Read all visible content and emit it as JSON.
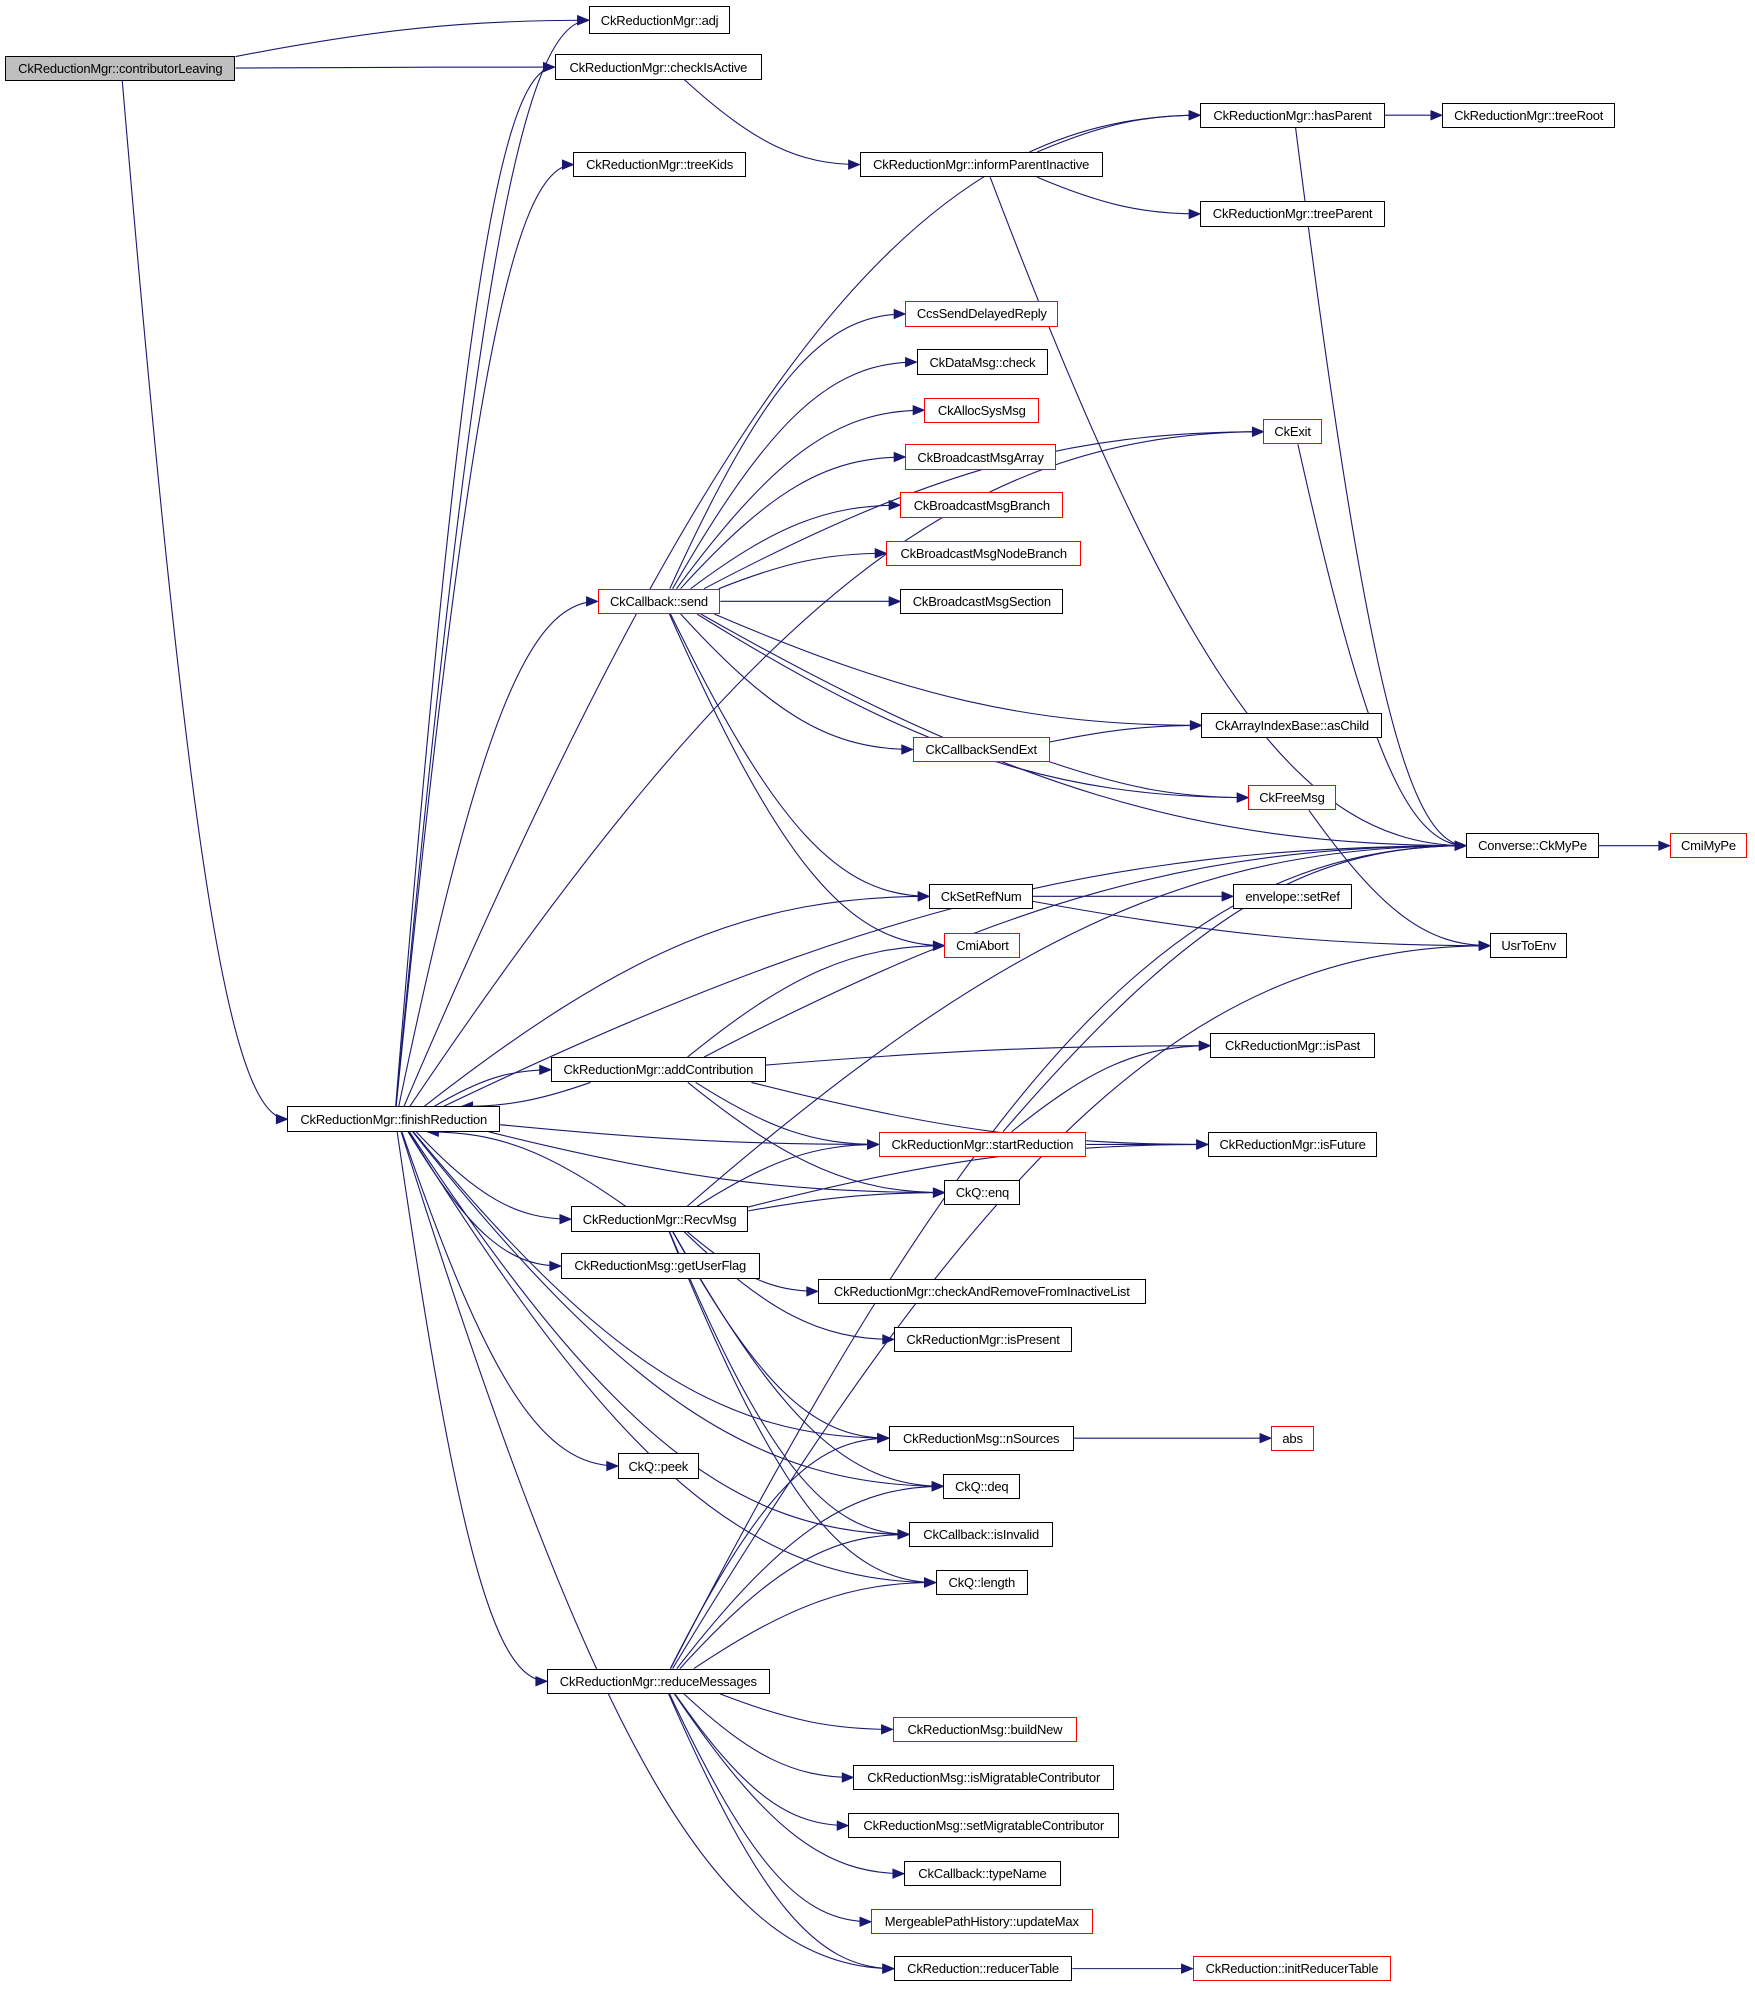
{
  "title": "Call graph for CkReductionMgr::contributorLeaving",
  "colors": {
    "edge": "#191970",
    "node_border": "#000000",
    "external_border": "#ff0000",
    "root_fill": "#bfbfbf"
  },
  "nodes": [
    {
      "id": "contributorLeaving",
      "label": "CkReductionMgr::contributorLeaving",
      "kind": "root"
    },
    {
      "id": "adj",
      "label": "CkReductionMgr::adj",
      "kind": "normal"
    },
    {
      "id": "checkIsActive",
      "label": "CkReductionMgr::checkIsActive",
      "kind": "normal"
    },
    {
      "id": "treeKids",
      "label": "CkReductionMgr::treeKids",
      "kind": "normal"
    },
    {
      "id": "informParentInactive",
      "label": "CkReductionMgr::informParentInactive",
      "kind": "normal"
    },
    {
      "id": "hasParent",
      "label": "CkReductionMgr::hasParent",
      "kind": "normal"
    },
    {
      "id": "treeRoot",
      "label": "CkReductionMgr::treeRoot",
      "kind": "normal"
    },
    {
      "id": "treeParent",
      "label": "CkReductionMgr::treeParent",
      "kind": "normal"
    },
    {
      "id": "CcsSendDelayedReply",
      "label": "CcsSendDelayedReply",
      "kind": "external"
    },
    {
      "id": "CkDataMsgCheck",
      "label": "CkDataMsg::check",
      "kind": "normal"
    },
    {
      "id": "CkAllocSysMsg",
      "label": "CkAllocSysMsg",
      "kind": "external"
    },
    {
      "id": "CkBroadcastMsgArray",
      "label": "CkBroadcastMsgArray",
      "kind": "external"
    },
    {
      "id": "CkBroadcastMsgBranch",
      "label": "CkBroadcastMsgBranch",
      "kind": "external"
    },
    {
      "id": "CkBroadcastMsgNodeBranch",
      "label": "CkBroadcastMsgNodeBranch",
      "kind": "external"
    },
    {
      "id": "CkCallbackSend",
      "label": "CkCallback::send",
      "kind": "external"
    },
    {
      "id": "CkBroadcastMsgSection",
      "label": "CkBroadcastMsgSection",
      "kind": "normal"
    },
    {
      "id": "CkExit",
      "label": "CkExit",
      "kind": "external"
    },
    {
      "id": "asChild",
      "label": "CkArrayIndexBase::asChild",
      "kind": "normal"
    },
    {
      "id": "CkCallbackSendExt",
      "label": "CkCallbackSendExt",
      "kind": "external"
    },
    {
      "id": "CkFreeMsg",
      "label": "CkFreeMsg",
      "kind": "external"
    },
    {
      "id": "CkMyPe",
      "label": "Converse::CkMyPe",
      "kind": "normal"
    },
    {
      "id": "CmiMyPe",
      "label": "CmiMyPe",
      "kind": "external"
    },
    {
      "id": "CkSetRefNum",
      "label": "CkSetRefNum",
      "kind": "normal"
    },
    {
      "id": "setRef",
      "label": "envelope::setRef",
      "kind": "normal"
    },
    {
      "id": "UsrToEnv",
      "label": "UsrToEnv",
      "kind": "normal"
    },
    {
      "id": "CmiAbort",
      "label": "CmiAbort",
      "kind": "external"
    },
    {
      "id": "addContribution",
      "label": "CkReductionMgr::addContribution",
      "kind": "normal"
    },
    {
      "id": "isPast",
      "label": "CkReductionMgr::isPast",
      "kind": "normal"
    },
    {
      "id": "finishReduction",
      "label": "CkReductionMgr::finishReduction",
      "kind": "normal"
    },
    {
      "id": "startReduction",
      "label": "CkReductionMgr::startReduction",
      "kind": "external"
    },
    {
      "id": "isFuture",
      "label": "CkReductionMgr::isFuture",
      "kind": "normal"
    },
    {
      "id": "enq",
      "label": "CkQ::enq",
      "kind": "normal"
    },
    {
      "id": "RecvMsg",
      "label": "CkReductionMgr::RecvMsg",
      "kind": "normal"
    },
    {
      "id": "getUserFlag",
      "label": "CkReductionMsg::getUserFlag",
      "kind": "normal"
    },
    {
      "id": "checkAndRemove",
      "label": "CkReductionMgr::checkAndRemoveFromInactiveList",
      "kind": "normal"
    },
    {
      "id": "isPresent",
      "label": "CkReductionMgr::isPresent",
      "kind": "normal"
    },
    {
      "id": "nSources",
      "label": "CkReductionMsg::nSources",
      "kind": "normal"
    },
    {
      "id": "abs",
      "label": "abs",
      "kind": "external"
    },
    {
      "id": "peek",
      "label": "CkQ::peek",
      "kind": "normal"
    },
    {
      "id": "deq",
      "label": "CkQ::deq",
      "kind": "normal"
    },
    {
      "id": "isInvalid",
      "label": "CkCallback::isInvalid",
      "kind": "normal"
    },
    {
      "id": "length",
      "label": "CkQ::length",
      "kind": "normal"
    },
    {
      "id": "reduceMessages",
      "label": "CkReductionMgr::reduceMessages",
      "kind": "normal"
    },
    {
      "id": "buildNew",
      "label": "CkReductionMsg::buildNew",
      "kind": "external"
    },
    {
      "id": "isMigratable",
      "label": "CkReductionMsg::isMigratableContributor",
      "kind": "normal"
    },
    {
      "id": "setMigratable",
      "label": "CkReductionMsg::setMigratableContributor",
      "kind": "normal"
    },
    {
      "id": "typeName",
      "label": "CkCallback::typeName",
      "kind": "normal"
    },
    {
      "id": "updateMax",
      "label": "MergeablePathHistory::updateMax",
      "kind": "external"
    },
    {
      "id": "reducerTable",
      "label": "CkReduction::reducerTable",
      "kind": "normal"
    },
    {
      "id": "initReducerTable",
      "label": "CkReduction::initReducerTable",
      "kind": "external"
    }
  ],
  "edges": [
    [
      "contributorLeaving",
      "adj"
    ],
    [
      "contributorLeaving",
      "checkIsActive"
    ],
    [
      "contributorLeaving",
      "finishReduction"
    ],
    [
      "finishReduction",
      "adj"
    ],
    [
      "finishReduction",
      "checkIsActive"
    ],
    [
      "finishReduction",
      "hasParent"
    ],
    [
      "finishReduction",
      "treeKids"
    ],
    [
      "finishReduction",
      "CkExit"
    ],
    [
      "finishReduction",
      "CkCallbackSend"
    ],
    [
      "finishReduction",
      "CkMyPe"
    ],
    [
      "finishReduction",
      "CkSetRefNum"
    ],
    [
      "finishReduction",
      "addContribution"
    ],
    [
      "finishReduction",
      "startReduction"
    ],
    [
      "finishReduction",
      "enq"
    ],
    [
      "finishReduction",
      "RecvMsg"
    ],
    [
      "finishReduction",
      "getUserFlag"
    ],
    [
      "finishReduction",
      "peek"
    ],
    [
      "finishReduction",
      "nSources"
    ],
    [
      "finishReduction",
      "deq"
    ],
    [
      "finishReduction",
      "isInvalid"
    ],
    [
      "finishReduction",
      "length"
    ],
    [
      "finishReduction",
      "reduceMessages"
    ],
    [
      "finishReduction",
      "reducerTable"
    ],
    [
      "checkIsActive",
      "informParentInactive"
    ],
    [
      "informParentInactive",
      "hasParent"
    ],
    [
      "informParentInactive",
      "treeParent"
    ],
    [
      "informParentInactive",
      "CkMyPe"
    ],
    [
      "hasParent",
      "treeRoot"
    ],
    [
      "hasParent",
      "CkMyPe"
    ],
    [
      "CkCallbackSend",
      "CcsSendDelayedReply"
    ],
    [
      "CkCallbackSend",
      "CkDataMsgCheck"
    ],
    [
      "CkCallbackSend",
      "CkAllocSysMsg"
    ],
    [
      "CkCallbackSend",
      "CkBroadcastMsgArray"
    ],
    [
      "CkCallbackSend",
      "CkBroadcastMsgBranch"
    ],
    [
      "CkCallbackSend",
      "CkBroadcastMsgNodeBranch"
    ],
    [
      "CkCallbackSend",
      "CkBroadcastMsgSection"
    ],
    [
      "CkCallbackSend",
      "CkExit"
    ],
    [
      "CkCallbackSend",
      "CkMyPe"
    ],
    [
      "CkCallbackSend",
      "asChild"
    ],
    [
      "CkCallbackSend",
      "CkCallbackSendExt"
    ],
    [
      "CkCallbackSend",
      "CkFreeMsg"
    ],
    [
      "CkCallbackSend",
      "CkSetRefNum"
    ],
    [
      "CkCallbackSend",
      "CmiAbort"
    ],
    [
      "CkCallbackSendExt",
      "asChild"
    ],
    [
      "CkCallbackSendExt",
      "CkFreeMsg"
    ],
    [
      "CkExit",
      "CkMyPe"
    ],
    [
      "CkFreeMsg",
      "UsrToEnv"
    ],
    [
      "CkMyPe",
      "CmiMyPe"
    ],
    [
      "CkSetRefNum",
      "setRef"
    ],
    [
      "CkSetRefNum",
      "UsrToEnv"
    ],
    [
      "addContribution",
      "CmiAbort"
    ],
    [
      "addContribution",
      "CkMyPe"
    ],
    [
      "addContribution",
      "isPast"
    ],
    [
      "addContribution",
      "isFuture"
    ],
    [
      "addContribution",
      "startReduction"
    ],
    [
      "addContribution",
      "enq"
    ],
    [
      "addContribution",
      "finishReduction"
    ],
    [
      "startReduction",
      "isPast"
    ],
    [
      "startReduction",
      "isFuture"
    ],
    [
      "startReduction",
      "CkMyPe"
    ],
    [
      "RecvMsg",
      "finishReduction"
    ],
    [
      "RecvMsg",
      "startReduction"
    ],
    [
      "RecvMsg",
      "enq"
    ],
    [
      "RecvMsg",
      "CkMyPe"
    ],
    [
      "RecvMsg",
      "checkAndRemove"
    ],
    [
      "RecvMsg",
      "isPresent"
    ],
    [
      "RecvMsg",
      "isFuture"
    ],
    [
      "RecvMsg",
      "nSources"
    ],
    [
      "RecvMsg",
      "deq"
    ],
    [
      "RecvMsg",
      "isInvalid"
    ],
    [
      "RecvMsg",
      "length"
    ],
    [
      "reduceMessages",
      "nSources"
    ],
    [
      "reduceMessages",
      "deq"
    ],
    [
      "reduceMessages",
      "isInvalid"
    ],
    [
      "reduceMessages",
      "length"
    ],
    [
      "reduceMessages",
      "CkMyPe"
    ],
    [
      "reduceMessages",
      "UsrToEnv"
    ],
    [
      "reduceMessages",
      "buildNew"
    ],
    [
      "reduceMessages",
      "isMigratable"
    ],
    [
      "reduceMessages",
      "setMigratable"
    ],
    [
      "reduceMessages",
      "typeName"
    ],
    [
      "reduceMessages",
      "updateMax"
    ],
    [
      "reduceMessages",
      "reducerTable"
    ],
    [
      "nSources",
      "abs"
    ],
    [
      "reducerTable",
      "initReducerTable"
    ]
  ]
}
